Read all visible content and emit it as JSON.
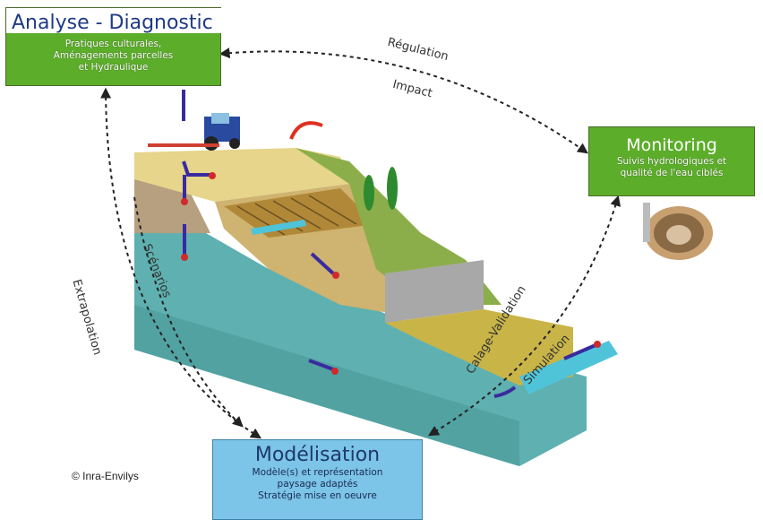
{
  "boxes": {
    "analyse": {
      "title": "Analyse - Diagnostic",
      "lines": [
        "Pratiques culturales,",
        "Aménagements parcelles",
        "et Hydraulique"
      ]
    },
    "monitoring": {
      "title": "Monitoring",
      "lines": [
        "Suivis hydrologiques et",
        "qualité de l'eau ciblés"
      ]
    },
    "modelisation": {
      "title": "Modélisation",
      "lines": [
        "Modèle(s) et représentation",
        "paysage adaptés",
        "Stratégie mise en oeuvre"
      ]
    }
  },
  "arrow_labels": {
    "regulation": "Régulation",
    "impact": "Impact",
    "extrapolation": "Extrapolation",
    "scenarios": "Scénarios",
    "calage_validation": "Calage-Validation",
    "simulation": "Simulation"
  },
  "copyright": "© Inra-Envilys",
  "colors": {
    "box_green": "#5cae2a",
    "box_blue": "#7cc4e8",
    "water": "#5fb0b0",
    "soil_top": "#e6d58a",
    "arrow_blue": "#3a2aa0",
    "arrow_red": "#d02a2a"
  }
}
